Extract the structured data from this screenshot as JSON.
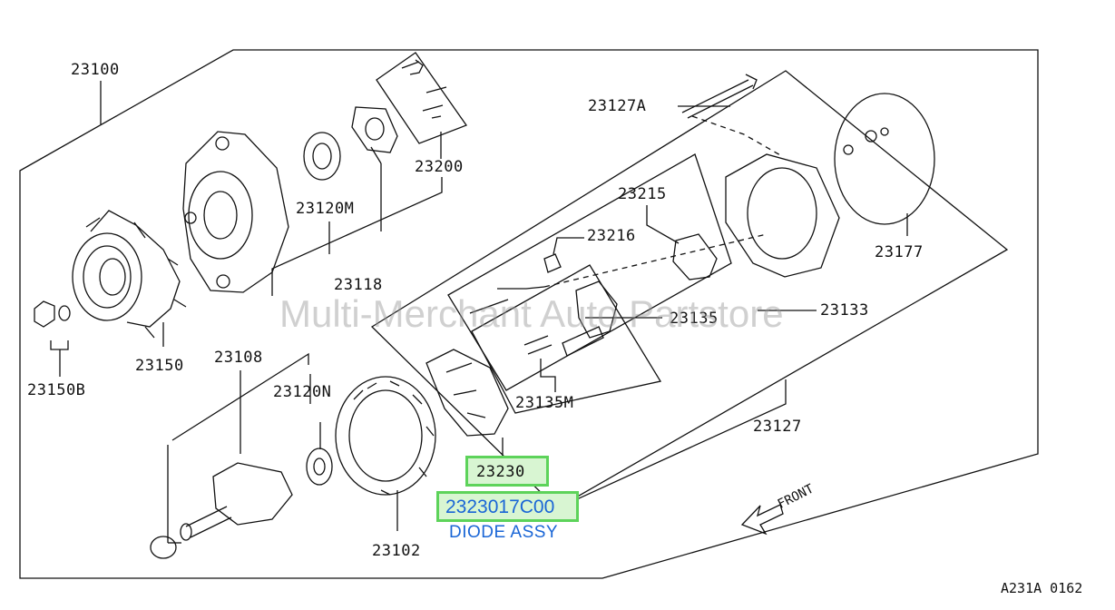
{
  "diagram": {
    "labels": {
      "p23100": "23100",
      "p23200": "23200",
      "p23127A": "23127A",
      "p23120M": "23120M",
      "p23215": "23215",
      "p23216": "23216",
      "p23118": "23118",
      "p23177": "23177",
      "p23133": "23133",
      "p23135": "23135",
      "p23150": "23150",
      "p23150B": "23150B",
      "p23108": "23108",
      "p23120N": "23120N",
      "p23135M": "23135M",
      "p23127": "23127",
      "p23102": "23102"
    },
    "highlighted_part": {
      "ref_number": "23230",
      "part_number": "2323017C00",
      "description": "DIODE ASSY"
    },
    "front_label": "FRONT",
    "watermark": "Multi-Merchant Auto Partstore",
    "diagram_code": "A231A 0162",
    "colors": {
      "line": "#111111",
      "highlight_border": "#5dd35a",
      "highlight_fill": "#d8f5d2",
      "part_text": "#1a66d6",
      "watermark": "#969696"
    }
  }
}
